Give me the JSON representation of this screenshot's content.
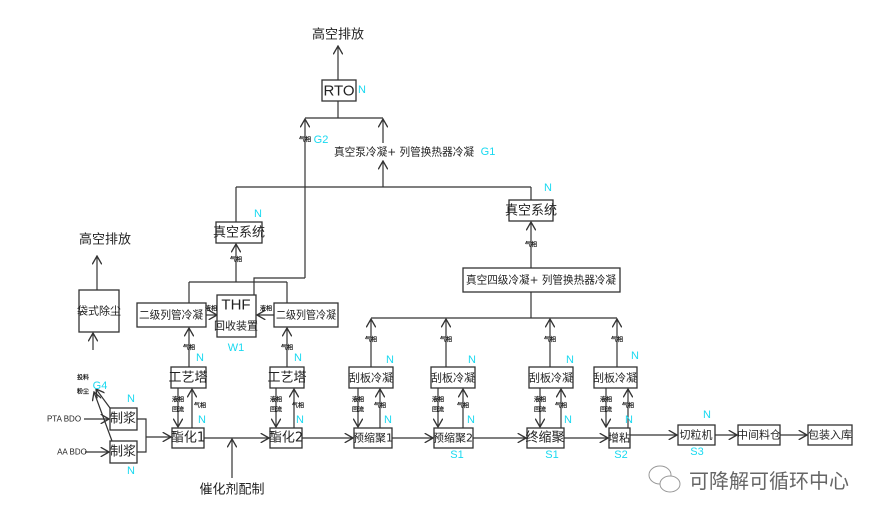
{
  "nodes": {
    "high_emission_top": "高空排放",
    "rto": "RTO",
    "vac_pump_cond": "真空泵冷凝+ 列管换热器冷凝",
    "vac_sys_left": "真空系统",
    "vac_sys_right": "真空系统",
    "vac_four_cond": "真空四级冷凝+ 列管换热器冷凝",
    "thf_1": "THF",
    "thf_2": "回收装置",
    "tube_cond_left": "二级列管冷凝",
    "tube_cond_right": "二级列管冷凝",
    "process_tower_1": "工艺塔",
    "process_tower_2": "工艺塔",
    "high_emission_left": "高空排放",
    "bag_filter": "袋式除尘",
    "slurry_1": "制浆",
    "slurry_2": "制浆",
    "esterification_1": "酯化1",
    "esterification_2": "酯化2",
    "catalyst": "催化剂配制",
    "precond_1": "预缩聚1",
    "precond_2": "预缩聚2",
    "final_cond": "终缩聚",
    "thickening": "增粘",
    "scraper_1": "刮板冷凝",
    "scraper_2": "刮板冷凝",
    "scraper_3": "刮板冷凝",
    "scraper_4": "刮板冷凝",
    "pelletizer": "切粒机",
    "silo": "中间料仓",
    "packing": "包装入库"
  },
  "feeds": {
    "pta": "PTA BDO",
    "aa": "AA BDO"
  },
  "small": {
    "gas": "气相",
    "liquid": "液相",
    "reflux": "回流",
    "feed_dust_1": "投料",
    "feed_dust_2": "粉尘"
  },
  "tags": {
    "n": "N",
    "g1": "G1",
    "g2": "G2",
    "g4": "G4",
    "w1": "W1",
    "s1": "S1",
    "s2": "S2",
    "s3": "S3"
  },
  "watermark": "可降解可循环中心",
  "colors": {
    "tag": "#19d9f0",
    "line": "#333333"
  }
}
